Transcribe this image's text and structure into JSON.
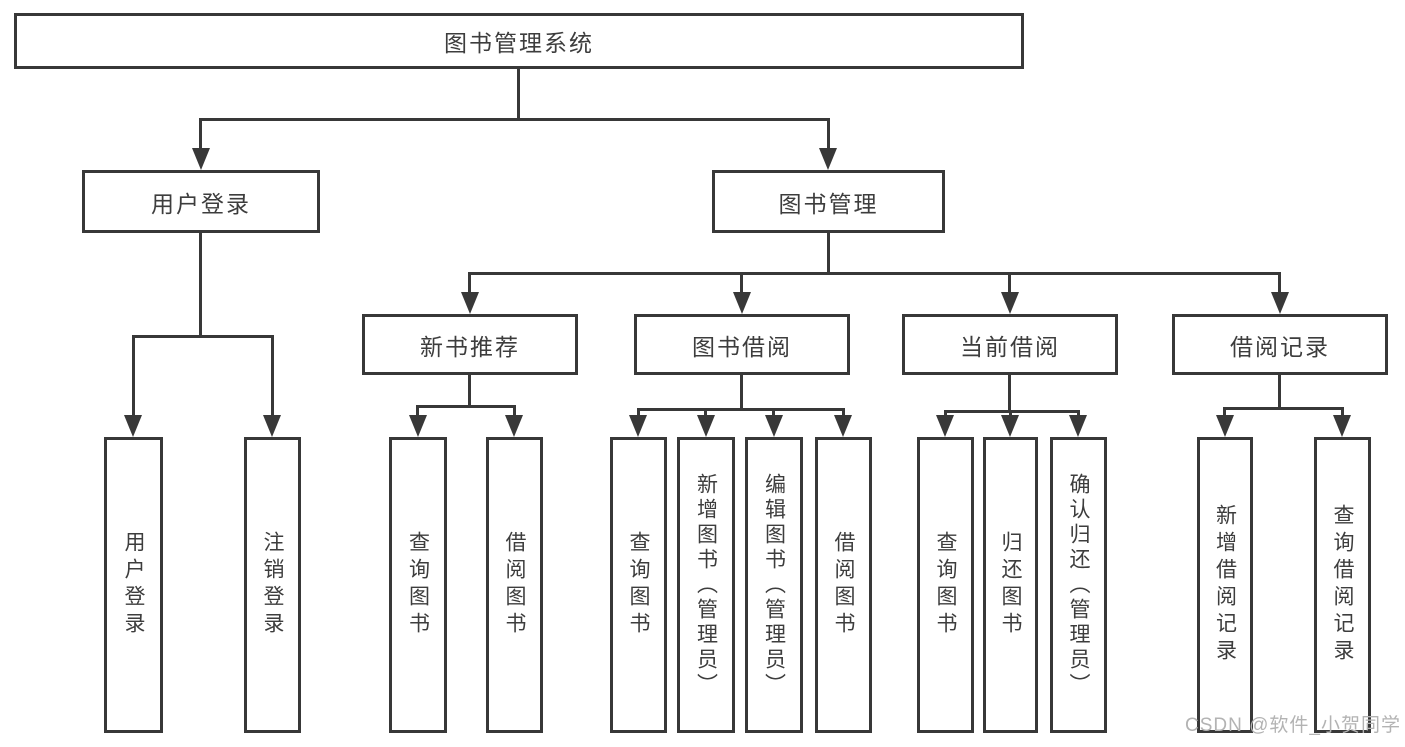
{
  "diagram": {
    "title": "图书管理系统",
    "type": "hierarchy-tree",
    "tree": {
      "label": "图书管理系统",
      "children": [
        {
          "label": "用户登录",
          "children": [
            {
              "label": "用户登录"
            },
            {
              "label": "注销登录"
            }
          ]
        },
        {
          "label": "图书管理",
          "children": [
            {
              "label": "新书推荐",
              "children": [
                {
                  "label": "查询图书"
                },
                {
                  "label": "借阅图书"
                }
              ]
            },
            {
              "label": "图书借阅",
              "children": [
                {
                  "label": "查询图书"
                },
                {
                  "label": "新增图书（管理员）"
                },
                {
                  "label": "编辑图书（管理员）"
                },
                {
                  "label": "借阅图书"
                }
              ]
            },
            {
              "label": "当前借阅",
              "children": [
                {
                  "label": "查询图书"
                },
                {
                  "label": "归还图书"
                },
                {
                  "label": "确认归还（管理员）"
                }
              ]
            },
            {
              "label": "借阅记录",
              "children": [
                {
                  "label": "新增借阅记录"
                },
                {
                  "label": "查询借阅记录"
                }
              ]
            }
          ]
        }
      ]
    }
  },
  "watermark": {
    "text": "CSDN @软件_小贺同学"
  },
  "colors": {
    "line": "#383838",
    "text": "#3d3d3d",
    "watermark": "#b3b3b3",
    "background": "#ffffff"
  }
}
